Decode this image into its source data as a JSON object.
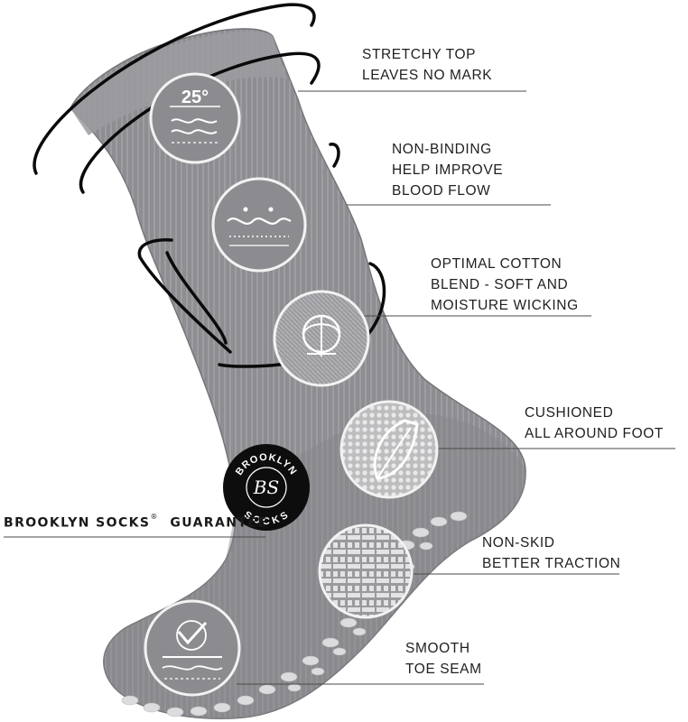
{
  "callouts": {
    "stretchy_top": [
      "STRETCHY TOP",
      "LEAVES NO MARK"
    ],
    "non_binding": [
      "NON-BINDING",
      "HELP IMPROVE",
      "BLOOD FLOW"
    ],
    "optimal_cotton": [
      "OPTIMAL COTTON",
      "BLEND - SOFT AND",
      "MOISTURE WICKING"
    ],
    "cushioned": [
      "CUSHIONED",
      "ALL AROUND FOOT"
    ],
    "non_skid": [
      "NON-SKID",
      "BETTER TRACTION"
    ],
    "smooth_toe": [
      "SMOOTH",
      "TOE SEAM"
    ]
  },
  "guarantee": {
    "brand": "BROOKLYN SOCKS",
    "mark": "®",
    "word": "GUARANTEE"
  },
  "badge": {
    "top_text": "BROOKLYN",
    "bottom_text": "SOCKS",
    "monogram": "BS"
  },
  "features": {
    "top_icon_number": "25°"
  },
  "colors": {
    "sock": "#8f8f93",
    "sock_shadow": "#77777b",
    "grip": "#d8d8da",
    "line": "#3a3a3a",
    "badge": "#0d0d0d"
  }
}
